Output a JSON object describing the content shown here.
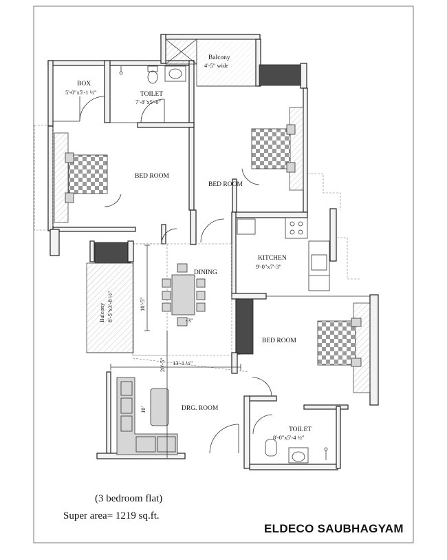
{
  "rooms": {
    "box": {
      "name": "BOX",
      "size": "5'-0\"x5'-1 ½\""
    },
    "toilet1": {
      "name": "TOILET",
      "size": "7'-8\"x5'-6\""
    },
    "balcony_top": {
      "name": "Balcony",
      "size": "4'-5\" wide"
    },
    "bedroom1": {
      "name": "BED ROOM"
    },
    "bedroom2": {
      "name": "BED ROOM"
    },
    "kitchen": {
      "name": "KITCHEN",
      "size": "9'-0\"x7'-3\""
    },
    "dining": {
      "name": "DINING"
    },
    "balcony_left": {
      "name": "Balcony",
      "size": "8'-5\"x3'-8 ½\""
    },
    "bedroom3": {
      "name": "BED ROOM"
    },
    "drawing": {
      "name": "DRG. ROOM"
    },
    "toilet2": {
      "name": "TOILET",
      "size": "8'-0\"x5'-4 ½\""
    }
  },
  "dimensions": {
    "dining_height": "10'-5\"",
    "dining_partial": "-3\"",
    "drawing_width": "13'-1 ½\"",
    "total_height": "20'-5\"",
    "sofa_depth": "10'"
  },
  "captions": {
    "flat_type": "(3 bedroom flat)",
    "super_area": "Super area= 1219 sq.ft.",
    "project": "ELDECO SAUBHAGYAM"
  }
}
